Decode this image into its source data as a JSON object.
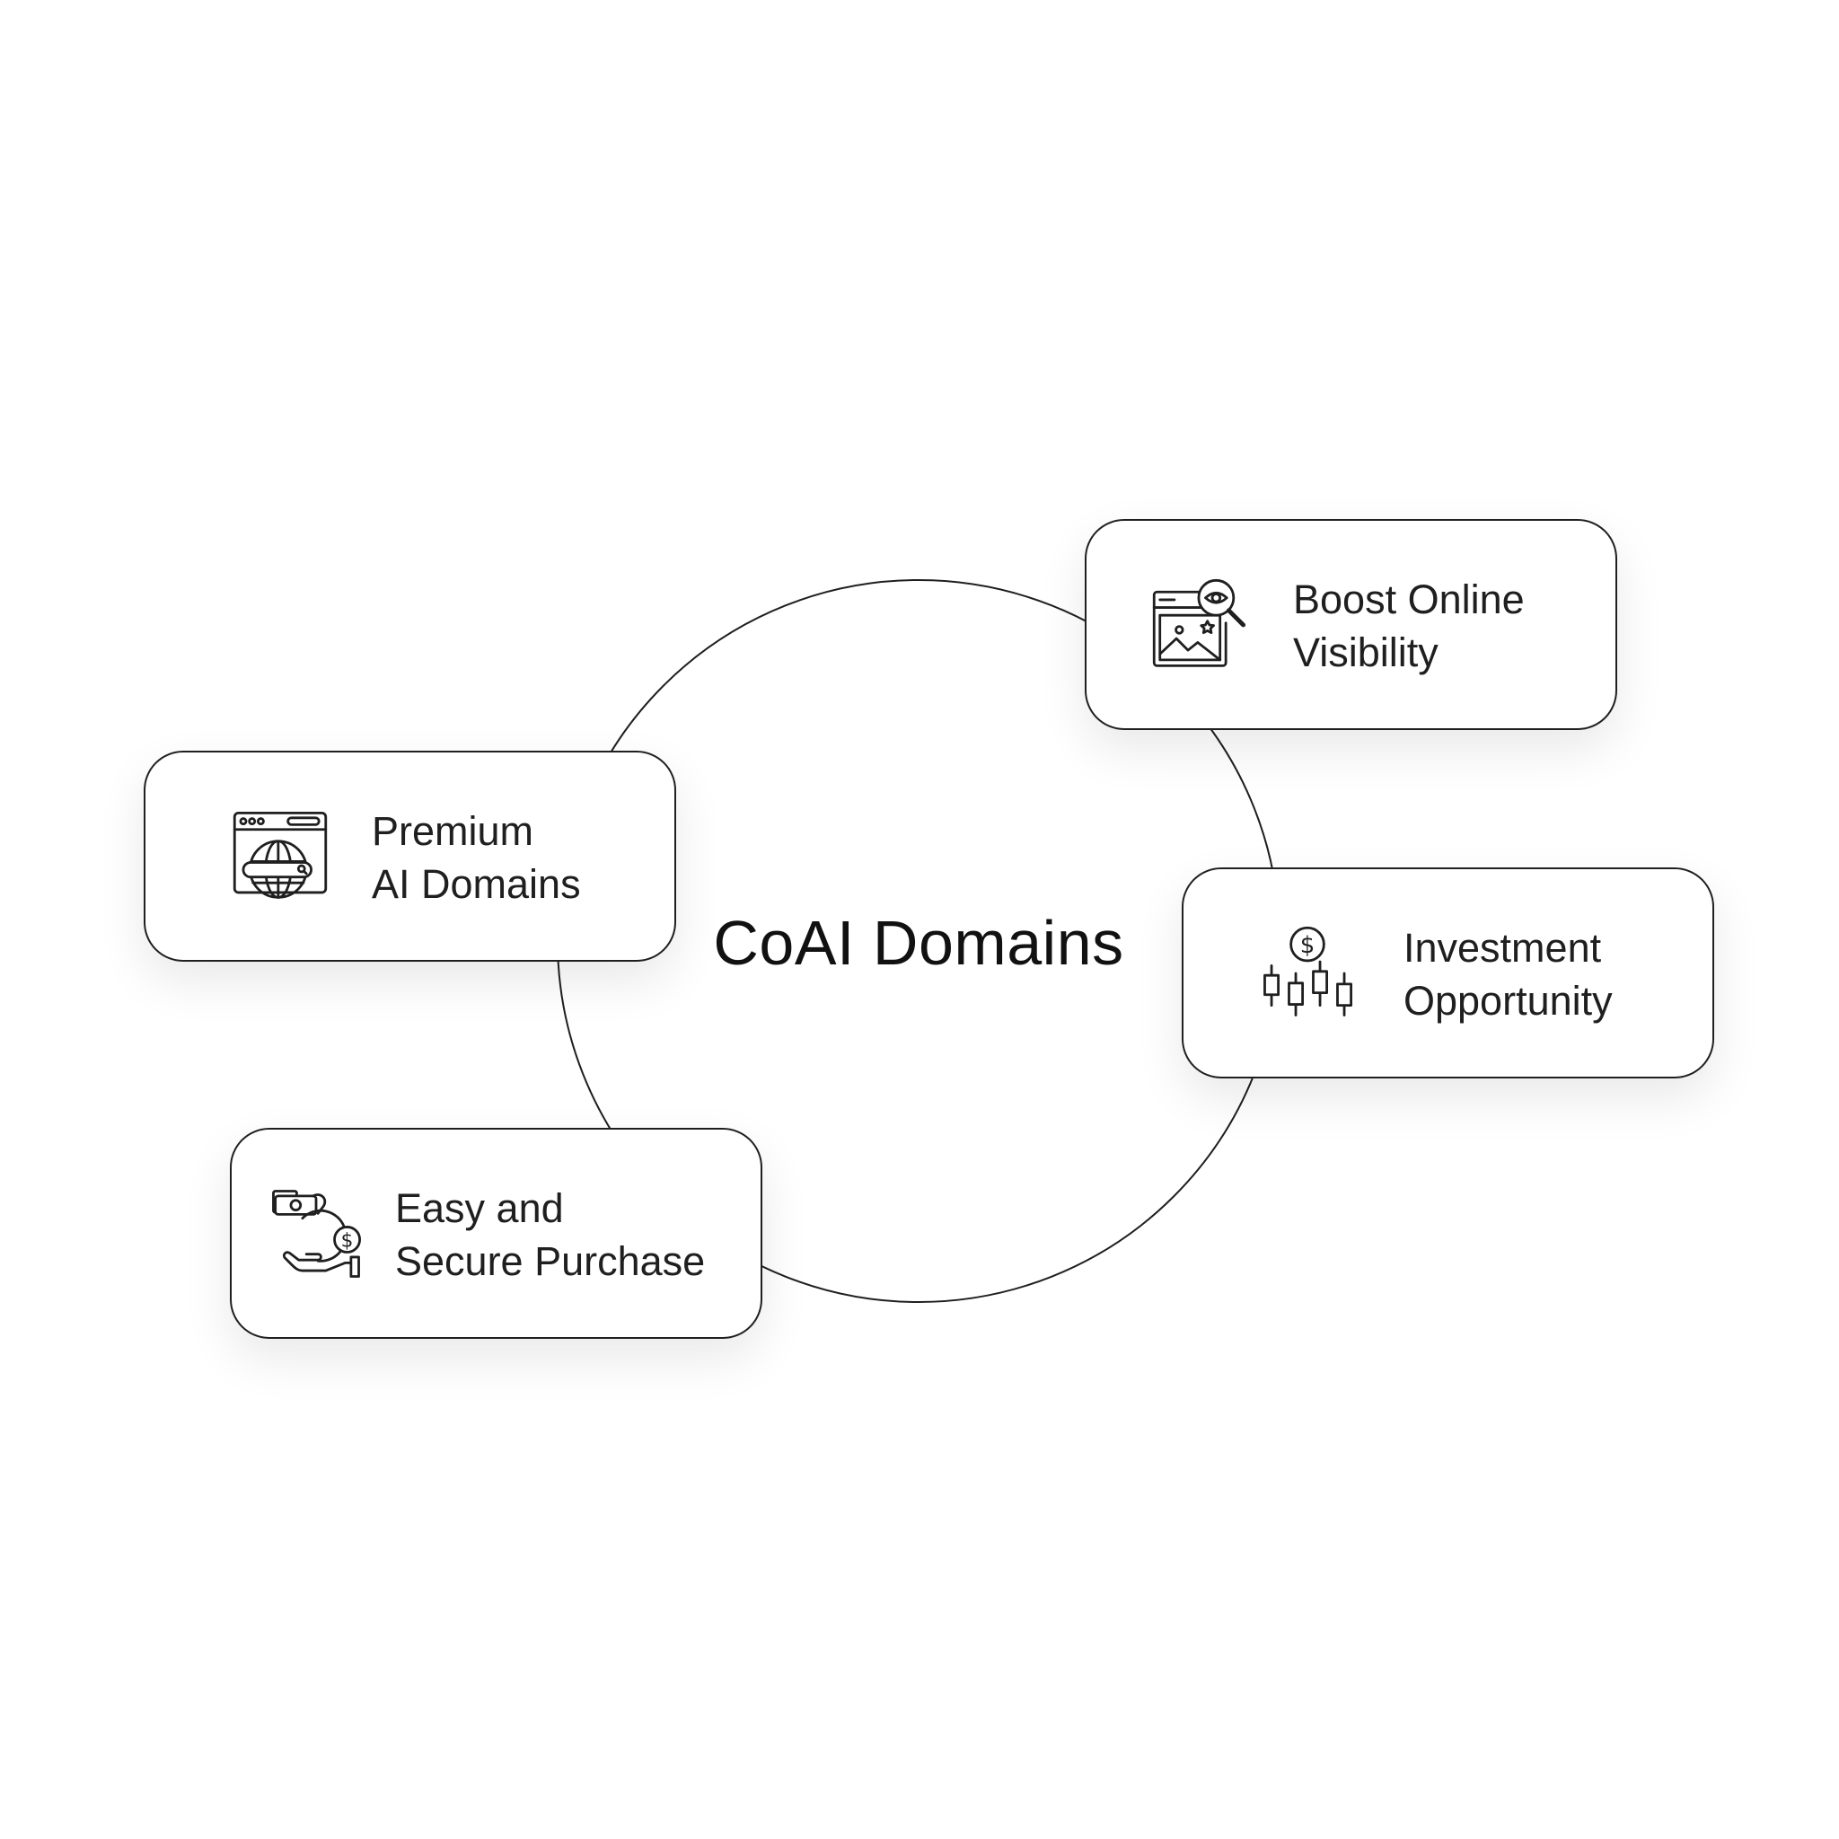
{
  "diagram": {
    "center": {
      "title": "CoAI Domains"
    },
    "cards": {
      "premium": {
        "line1": "Premium",
        "line2": "AI Domains",
        "icon": "browser-globe-search-icon"
      },
      "boost": {
        "line1": "Boost Online",
        "line2": "Visibility",
        "icon": "webpage-eye-magnifier-icon"
      },
      "invest": {
        "line1": "Investment",
        "line2": "Opportunity",
        "icon": "dollar-candlestick-icon"
      },
      "purchase": {
        "line1": "Easy and",
        "line2": "Secure Purchase",
        "icon": "hand-money-coin-icon"
      }
    },
    "colors": {
      "stroke": "#1f1f1f",
      "background": "#ffffff",
      "text": "#111111"
    }
  }
}
